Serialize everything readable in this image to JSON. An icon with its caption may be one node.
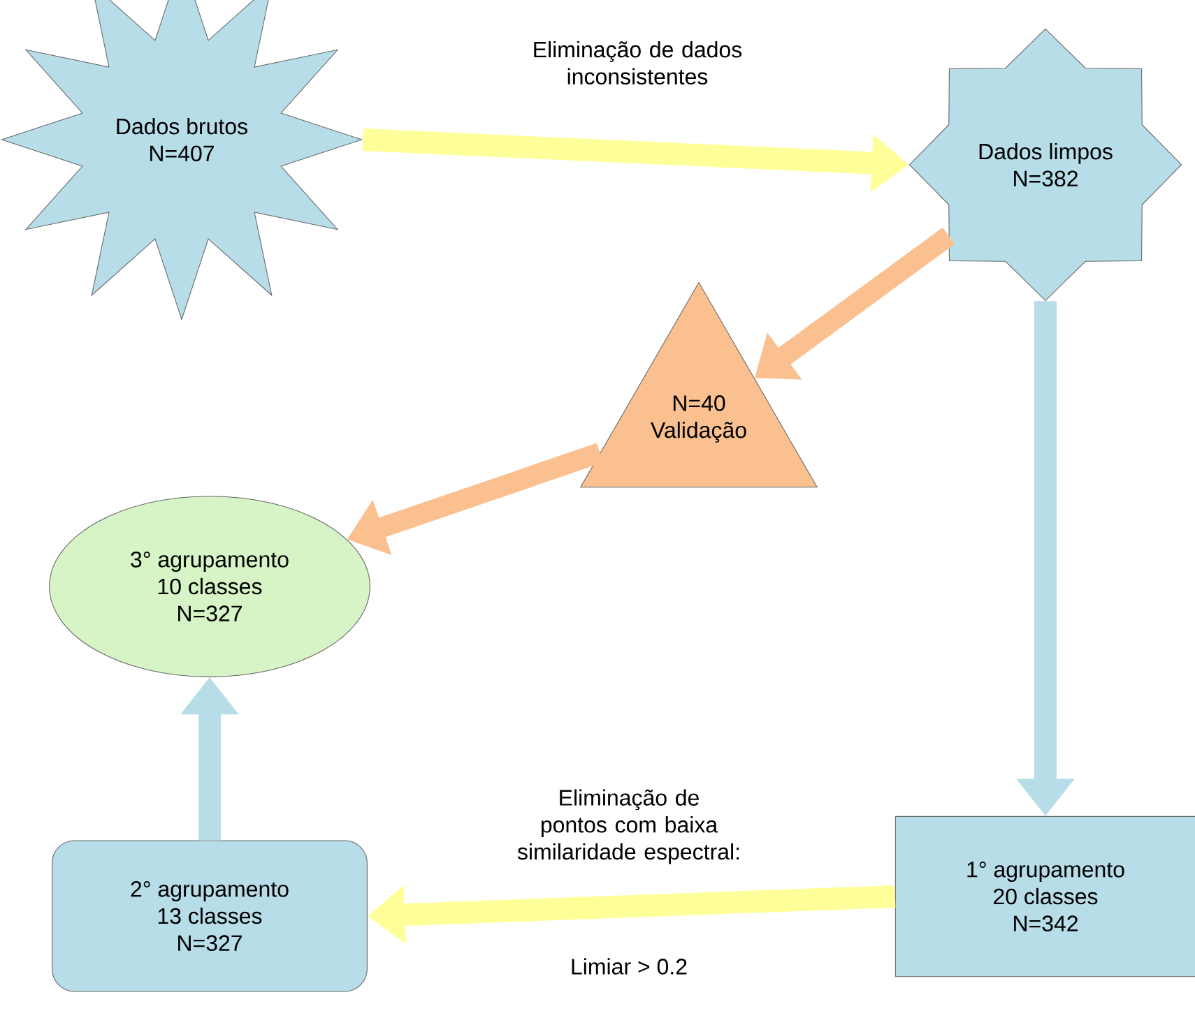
{
  "diagram": {
    "nodes": [
      {
        "text": [
          "Dados brutos",
          "N=407"
        ]
      },
      {
        "text": [
          "Dados limpos",
          "N=382"
        ]
      },
      {
        "text": [
          "N=40",
          "Validação"
        ]
      },
      {
        "text": [
          "3° agrupamento",
          "10 classes",
          "N=327"
        ]
      },
      {
        "text": [
          "1° agrupamento",
          "20 classes",
          "N=342"
        ]
      },
      {
        "text": [
          "2° agrupamento",
          "13 classes",
          "N=327"
        ]
      }
    ],
    "edges": [
      {
        "from": 0,
        "to": 1,
        "arrow": "to",
        "label": "Eliminação de dados inconsistentes",
        "color": "#ffff99"
      },
      {
        "from": 1,
        "to": 2,
        "arrow": "to",
        "color": "#fac090"
      },
      {
        "from": 2,
        "to": 3,
        "arrow": "to",
        "color": "#fac090"
      },
      {
        "from": 1,
        "to": 4,
        "arrow": "to",
        "color": "#b7dde8"
      },
      {
        "from": 4,
        "to": 5,
        "arrow": "to",
        "label": "Eliminação de pontos com baixa similaridade espectral:",
        "color": "#ffff99"
      },
      {
        "from": 5,
        "to": 3,
        "arrow": "to",
        "color": "#b7dde8"
      }
    ],
    "labels": [
      "Limiar > 0.2"
    ]
  }
}
